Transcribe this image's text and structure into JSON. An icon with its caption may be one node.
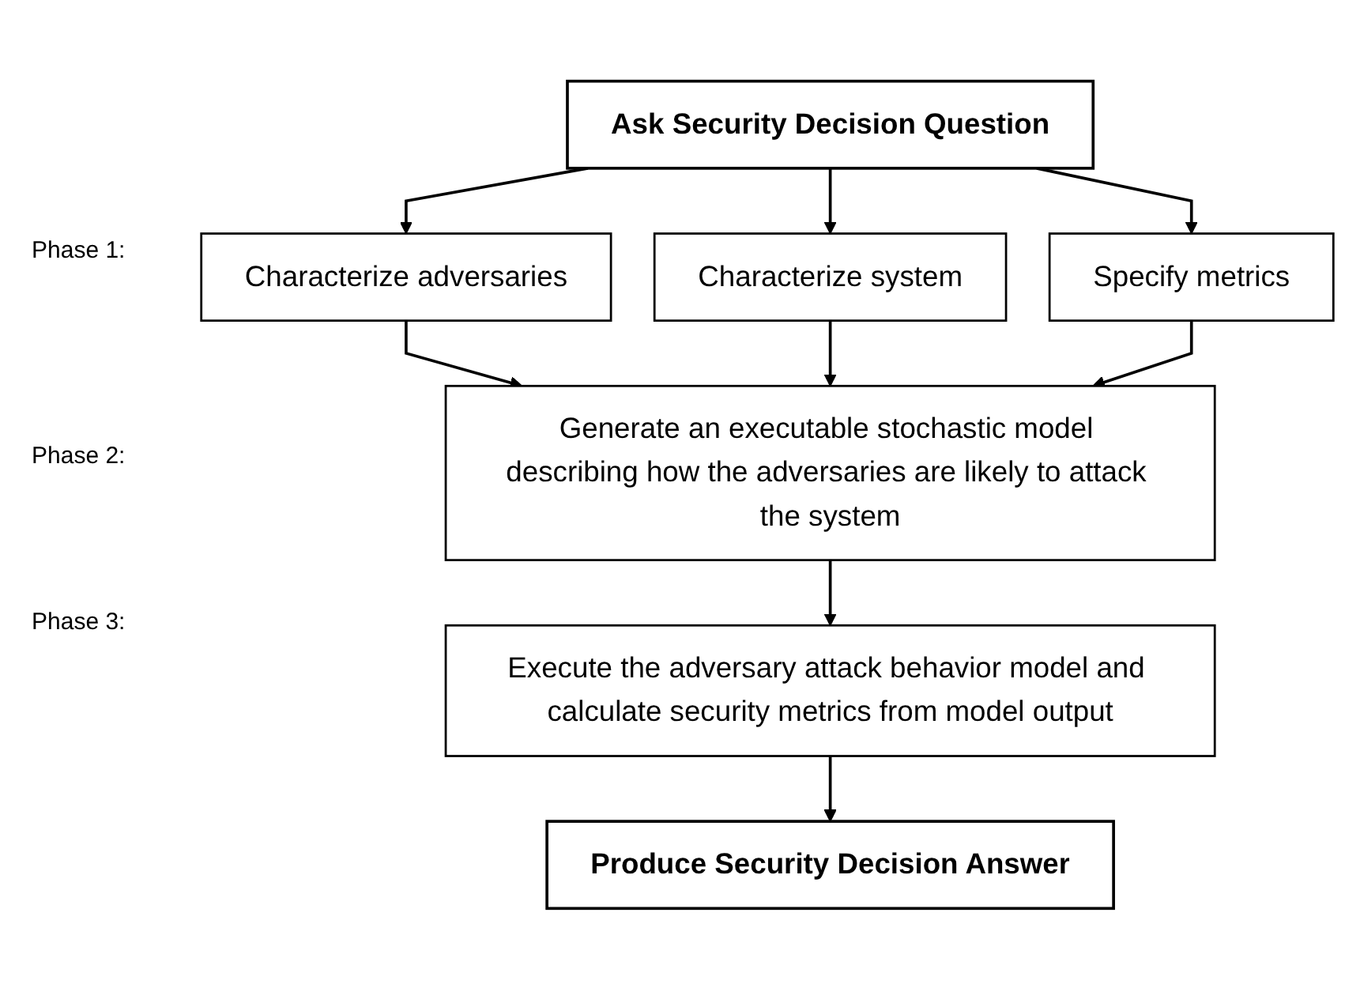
{
  "diagram": {
    "nodes": [
      {
        "text": [
          "Ask Security Decision Question"
        ]
      },
      {
        "text": [
          "Characterize adversaries"
        ]
      },
      {
        "text": [
          "Characterize system"
        ]
      },
      {
        "text": [
          "Specify metrics"
        ]
      },
      {
        "text": [
          "Generate an executable stochastic model describing how the adversaries are likely to attack the system"
        ]
      },
      {
        "text": [
          "Execute the adversary attack behavior model and calculate security metrics from model output"
        ]
      },
      {
        "text": [
          "Produce Security Decision Answer"
        ]
      }
    ],
    "edges": [
      {
        "from": 0,
        "to": 1,
        "arrow": "to"
      },
      {
        "from": 0,
        "to": 2,
        "arrow": "to"
      },
      {
        "from": 0,
        "to": 3,
        "arrow": "to"
      },
      {
        "from": 1,
        "to": 4,
        "arrow": "to"
      },
      {
        "from": 2,
        "to": 4,
        "arrow": "to"
      },
      {
        "from": 3,
        "to": 4,
        "arrow": "to"
      },
      {
        "from": 4,
        "to": 5,
        "arrow": "to"
      },
      {
        "from": 5,
        "to": 6,
        "arrow": "to"
      }
    ],
    "labels": [
      "Phase 1:",
      "Phase 2:",
      "Phase 3:"
    ]
  }
}
